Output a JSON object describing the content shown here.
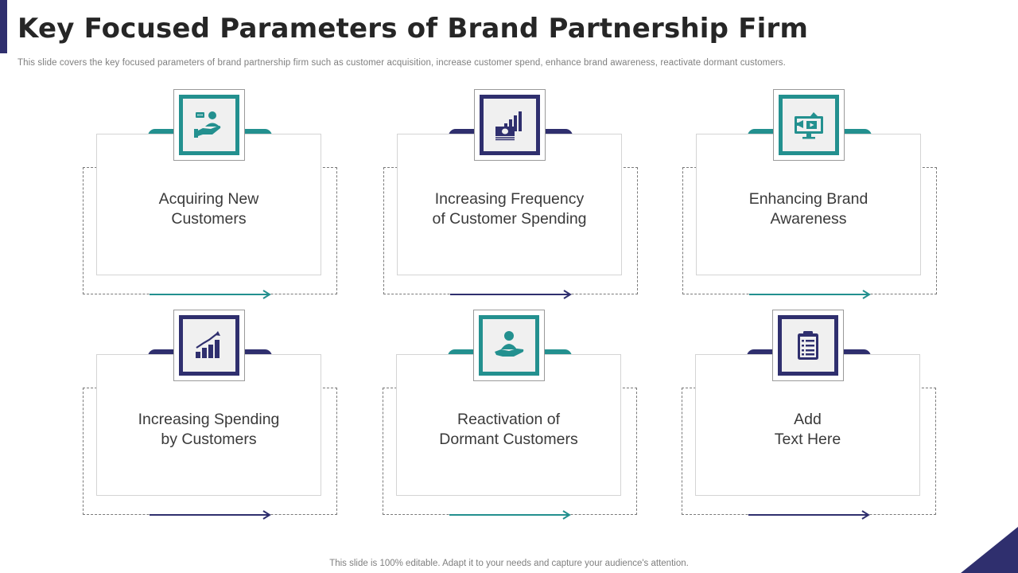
{
  "slide": {
    "title": "Key Focused Parameters of Brand Partnership Firm",
    "subtitle": "This slide covers the key focused parameters of brand partnership firm such as customer acquisition, increase customer spend, enhance brand awareness, reactivate dormant customers.",
    "footer": "This slide is 100% editable. Adapt it to your needs and capture your audience's attention."
  },
  "colors": {
    "teal": "#23908f",
    "navy": "#2f2f6e",
    "text": "#3a3a3a"
  },
  "cards": [
    {
      "line1": "Acquiring New",
      "line2": "Customers",
      "icon": "customer-support-icon",
      "accent": "teal"
    },
    {
      "line1": "Increasing Frequency",
      "line2": "of Customer Spending",
      "icon": "money-growth-chart-icon",
      "accent": "navy"
    },
    {
      "line1": "Enhancing Brand",
      "line2": "Awareness",
      "icon": "digital-marketing-monitor-icon",
      "accent": "teal"
    },
    {
      "line1": "Increasing Spending",
      "line2": "by Customers",
      "icon": "growth-bar-chart-icon",
      "accent": "navy"
    },
    {
      "line1": "Reactivation of",
      "line2": "Dormant Customers",
      "icon": "user-in-hand-icon",
      "accent": "teal"
    },
    {
      "line1": "Add",
      "line2": "Text Here",
      "icon": "clipboard-icon",
      "accent": "navy"
    }
  ]
}
